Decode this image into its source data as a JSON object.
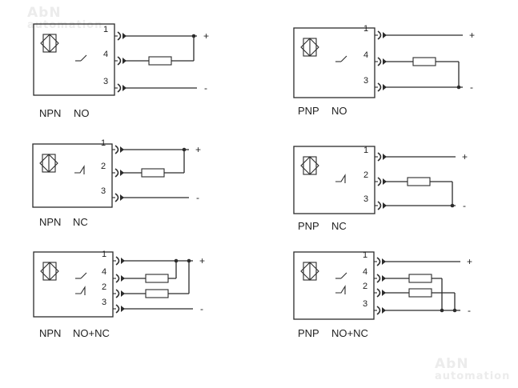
{
  "watermarks": [
    {
      "title": "AbN",
      "subtitle": "automation"
    },
    {
      "title": "AbN",
      "subtitle": "automation"
    }
  ],
  "positive_symbol": "+",
  "negative_symbol": "-",
  "diagrams": [
    {
      "id": "npn-no",
      "type_label": "NPN",
      "contact_label": "NO",
      "pins": [
        "1",
        "4",
        "3"
      ],
      "contacts": [
        "NO"
      ],
      "load_to": "+"
    },
    {
      "id": "pnp-no",
      "type_label": "PNP",
      "contact_label": "NO",
      "pins": [
        "1",
        "4",
        "3"
      ],
      "contacts": [
        "NO"
      ],
      "load_to": "-"
    },
    {
      "id": "npn-nc",
      "type_label": "NPN",
      "contact_label": "NC",
      "pins": [
        "1",
        "2",
        "3"
      ],
      "contacts": [
        "NC"
      ],
      "load_to": "+"
    },
    {
      "id": "pnp-nc",
      "type_label": "PNP",
      "contact_label": "NC",
      "pins": [
        "1",
        "2",
        "3"
      ],
      "contacts": [
        "NC"
      ],
      "load_to": "-"
    },
    {
      "id": "npn-nonc",
      "type_label": "NPN",
      "contact_label": "NO+NC",
      "pins": [
        "1",
        "4",
        "2",
        "3"
      ],
      "contacts": [
        "NO",
        "NC"
      ],
      "load_to": "+"
    },
    {
      "id": "pnp-nonc",
      "type_label": "PNP",
      "contact_label": "NO+NC",
      "pins": [
        "1",
        "4",
        "2",
        "3"
      ],
      "contacts": [
        "NO",
        "NC"
      ],
      "load_to": "-"
    }
  ]
}
